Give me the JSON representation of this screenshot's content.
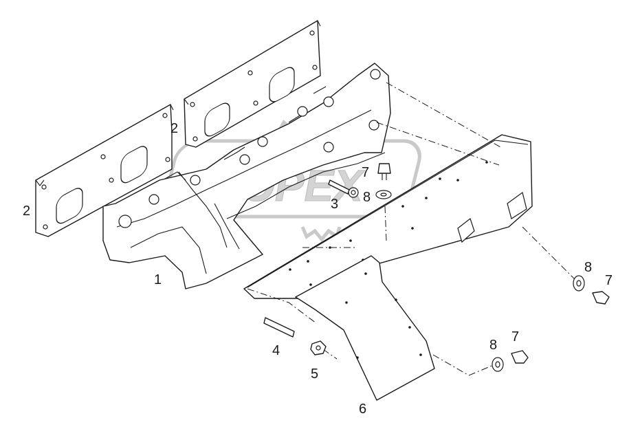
{
  "watermark": {
    "text": "OPEX"
  },
  "callouts": [
    {
      "id": "1",
      "label": "1"
    },
    {
      "id": "2a",
      "label": "2"
    },
    {
      "id": "2b",
      "label": "2"
    },
    {
      "id": "3",
      "label": "3"
    },
    {
      "id": "4",
      "label": "4"
    },
    {
      "id": "5",
      "label": "5"
    },
    {
      "id": "6",
      "label": "6"
    },
    {
      "id": "7a",
      "label": "7"
    },
    {
      "id": "7b",
      "label": "7"
    },
    {
      "id": "7c",
      "label": "7"
    },
    {
      "id": "8a",
      "label": "8"
    },
    {
      "id": "8b",
      "label": "8"
    },
    {
      "id": "8c",
      "label": "8"
    }
  ]
}
